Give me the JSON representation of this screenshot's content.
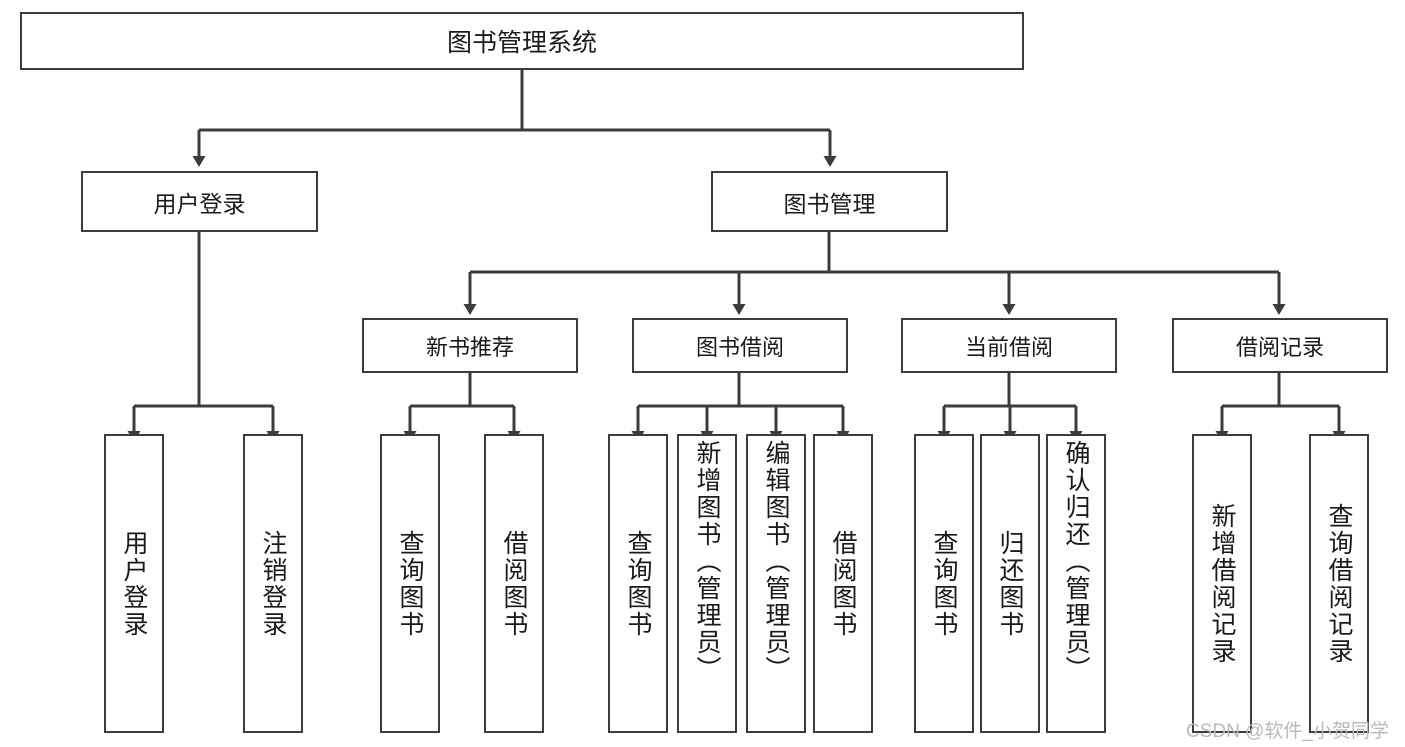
{
  "diagram": {
    "title": "图书管理系统",
    "type": "tree-hierarchy-chart",
    "orientation": "top-down",
    "colors": {
      "box_border": "#3c3c3c",
      "box_fill": "#ffffff",
      "edge": "#3c3c3c",
      "text": "#1a1a1a",
      "watermark": "#b9b9b9",
      "background": "#ffffff"
    }
  },
  "root": {
    "label": "图书管理系统"
  },
  "tier2": [
    {
      "label": "用户登录"
    },
    {
      "label": "图书管理"
    }
  ],
  "tier3": [
    {
      "label": "新书推荐"
    },
    {
      "label": "图书借阅"
    },
    {
      "label": "当前借阅"
    },
    {
      "label": "借阅记录"
    }
  ],
  "leaves": {
    "user_login": [
      {
        "label": "用户登录"
      },
      {
        "label": "注销登录"
      }
    ],
    "new_book_recommend": [
      {
        "label": "查询图书"
      },
      {
        "label": "借阅图书"
      }
    ],
    "book_borrow": [
      {
        "label": "查询图书"
      },
      {
        "label": "新增图书（管理员）"
      },
      {
        "label": "编辑图书（管理员）"
      },
      {
        "label": "借阅图书"
      }
    ],
    "current_borrow": [
      {
        "label": "查询图书"
      },
      {
        "label": "归还图书"
      },
      {
        "label": "确认归还（管理员）"
      }
    ],
    "borrow_record": [
      {
        "label": "新增借阅记录"
      },
      {
        "label": "查询借阅记录"
      }
    ]
  },
  "watermark": {
    "text": "CSDN @软件_小贺同学"
  }
}
